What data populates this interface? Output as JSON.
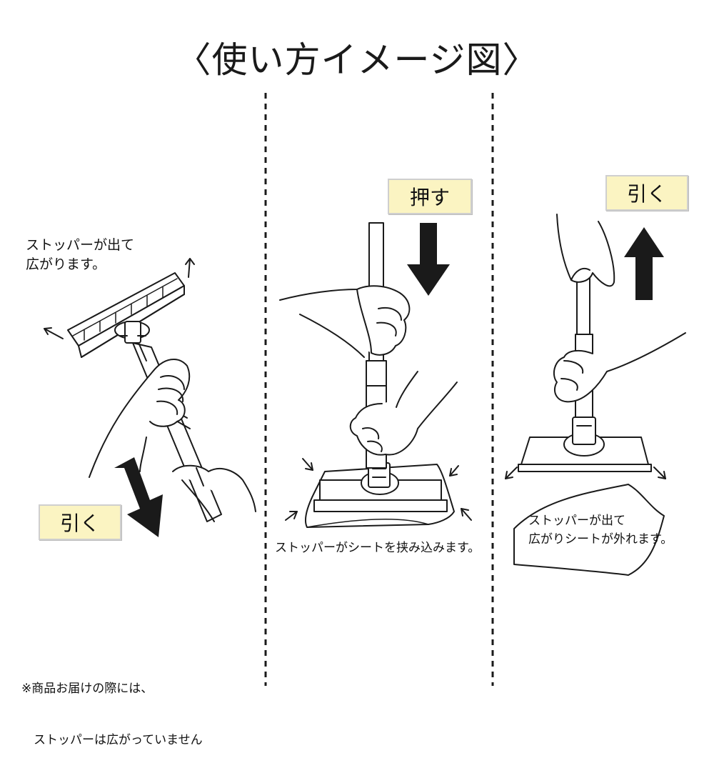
{
  "title": "〈使い方イメージ図〉",
  "panels": [
    {
      "id": "left",
      "step_label": "引く",
      "note_lines": [
        "ストッパーが出て",
        "広がります。"
      ]
    },
    {
      "id": "middle",
      "step_label": "押す",
      "note_lines": [
        "ストッパーがシートを挟み込みます。"
      ]
    },
    {
      "id": "right",
      "step_label": "引く",
      "note_lines": [
        "ストッパーが出て",
        "広がりシートが外れます。"
      ]
    }
  ],
  "footnote": {
    "line1": "※商品お届けの際には、",
    "line2": "　ストッパーは広がっていません"
  },
  "colors": {
    "label_fill": "#fbf4c2",
    "label_border": "#cfcfcf",
    "ink": "#1a1a1a",
    "arrow": "#1a1a1a"
  }
}
